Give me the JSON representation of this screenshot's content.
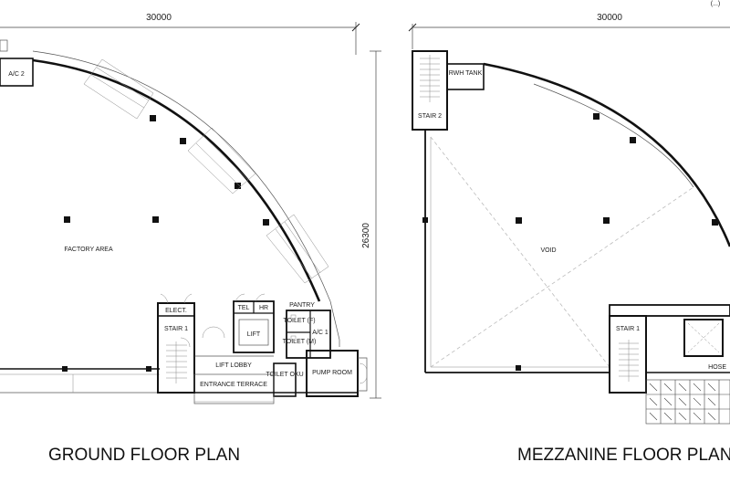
{
  "dimensions": {
    "ground_width": "30000",
    "mezz_width": "30000",
    "depth": "26300",
    "corner_note": "(...)"
  },
  "ground": {
    "title": "GROUND FLOOR PLAN",
    "rooms": {
      "ac2": "A/C 2",
      "factory": "FACTORY AREA",
      "elect": "ELECT.",
      "tel": "TEL",
      "hr": "HR",
      "pantry": "PANTRY",
      "stair1": "STAIR 1",
      "toilet_f": "TOILET (F)",
      "toilet_m": "TOILET (M)",
      "ac1": "A/C 1",
      "lift": "LIFT",
      "lift_lobby": "LIFT LOBBY",
      "toilet_oku": "TOILET OKU",
      "pump_room": "PUMP ROOM",
      "entrance_terrace": "ENTRANCE TERRACE"
    }
  },
  "mezzanine": {
    "title": "MEZZANINE FLOOR PLAN",
    "rooms": {
      "stair2": "STAIR 2",
      "rwh_tank": "RWH TANK",
      "void": "VOID",
      "stair1": "STAIR 1",
      "hose": "HOSE"
    }
  }
}
